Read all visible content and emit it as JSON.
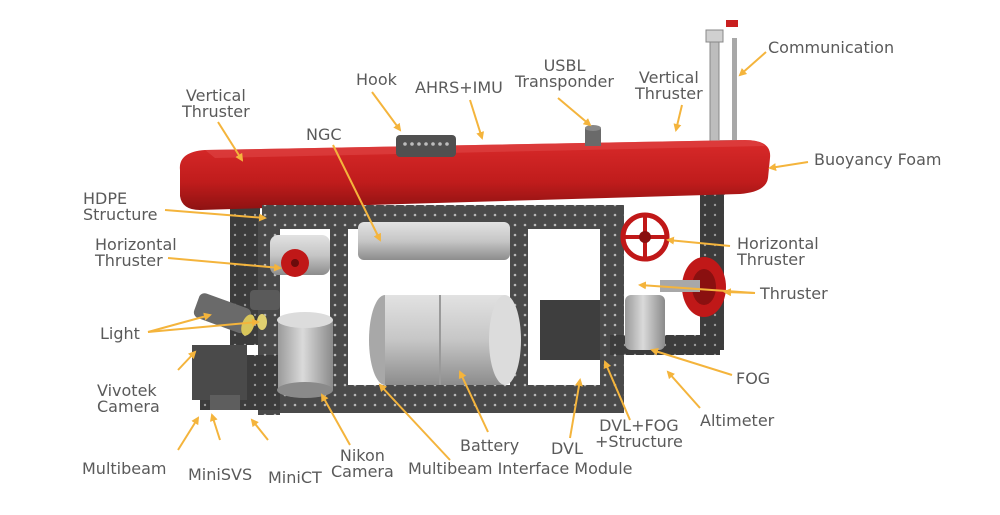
{
  "colors": {
    "frame": "#4a4a4a",
    "frame_dark": "#3a3a3a",
    "foam": "#c91f1f",
    "foam_dark": "#9a1414",
    "cylinder": "#c8c8c8",
    "thruster": "#c01818",
    "arrow": "#f4b43c",
    "label": "#5a5a5a"
  },
  "labels": {
    "communication": "Communication",
    "usbl_1": "USBL",
    "usbl_2": "Transponder",
    "hook": "Hook",
    "ahrs": "AHRS+IMU",
    "vthruster_right_1": "Vertical",
    "vthruster_right_2": "Thruster",
    "vthruster_left_1": "Vertical",
    "vthruster_left_2": "Thruster",
    "ngc": "NGC",
    "buoyancy_foam": "Buoyancy Foam",
    "hdpe_1": "HDPE",
    "hdpe_2": "Structure",
    "hthruster_left_1": "Horizontal",
    "hthruster_left_2": "Thruster",
    "hthruster_right_1": "Horizontal",
    "hthruster_right_2": "Thruster",
    "thruster": "Thruster",
    "light": "Light",
    "vivotek_1": "Vivotek",
    "vivotek_2": "Camera",
    "fog": "FOG",
    "altimeter": "Altimeter",
    "multibeam": "Multibeam",
    "minisvs": "MiniSVS",
    "minict": "MiniCT",
    "nikon_1": "Nikon",
    "nikon_2": "Camera",
    "battery": "Battery",
    "mim": "Multibeam Interface Module",
    "dvl": "DVL",
    "dvlfog_1": "DVL+FOG",
    "dvlfog_2": "+Structure"
  }
}
